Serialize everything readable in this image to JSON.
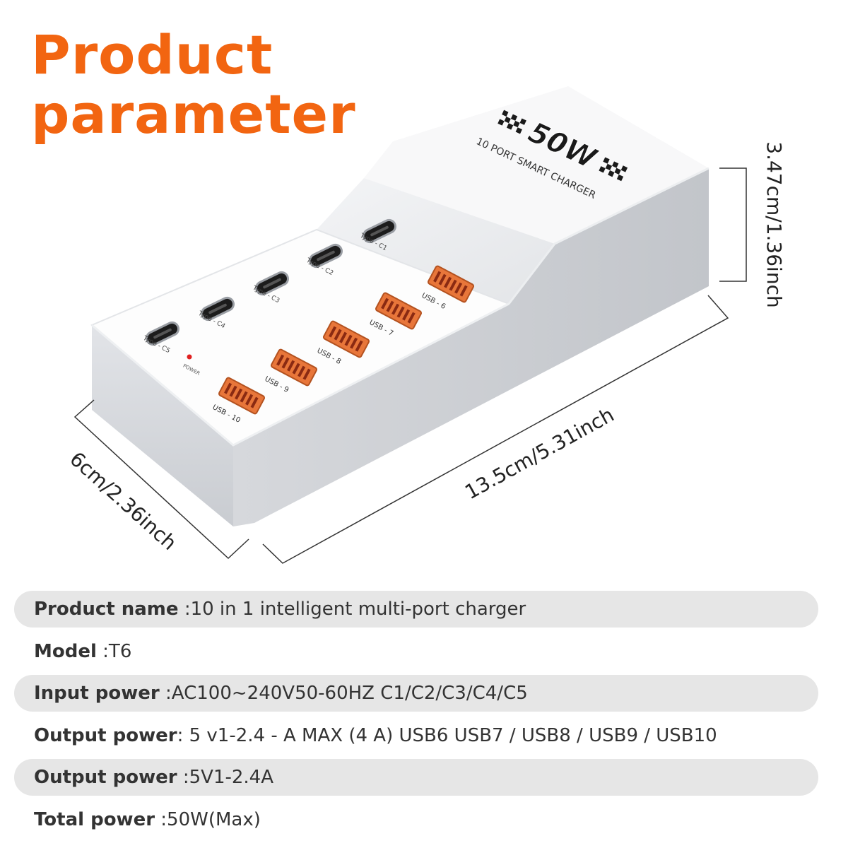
{
  "title": {
    "line1": "Product",
    "line2": "parameter"
  },
  "device": {
    "badge": "50W",
    "subtitle": "10 PORT SMART CHARGER",
    "power_label": "POWER",
    "typec_ports": [
      "Type - C1",
      "Type - C2",
      "Type - C3",
      "Type - C4",
      "Type - C5"
    ],
    "usb_ports": [
      "USB - 6",
      "USB - 7",
      "USB - 8",
      "USB - 9",
      "USB - 10"
    ]
  },
  "dimensions": {
    "height": "3.47cm/1.36inch",
    "length": "13.5cm/5.31inch",
    "width": "6cm/2.36inch"
  },
  "specs": [
    {
      "label": "Product name",
      "value": ":10 in 1 intelligent multi-port charger"
    },
    {
      "label": "Model",
      "value": ":T6"
    },
    {
      "label": "Input power",
      "value": ":AC100~240V50-60HZ     C1/C2/C3/C4/C5"
    },
    {
      "label": "Output power",
      "value": ":  5 v1-2.4 - A MAX (4 A)     USB6 USB7 / USB8 / USB9 / USB10"
    },
    {
      "label": "Output power",
      "value": ":5V1-2.4A"
    },
    {
      "label": "Total power",
      "value": ":50W(Max)"
    }
  ],
  "colors": {
    "title": "#f26511",
    "spec_text": "#333333",
    "row_shade": "#e6e6e6",
    "device_top": "#fbfbfb",
    "device_side": "#cdd0d5",
    "usb_port": "#e8763a",
    "power_led": "#e02020"
  }
}
